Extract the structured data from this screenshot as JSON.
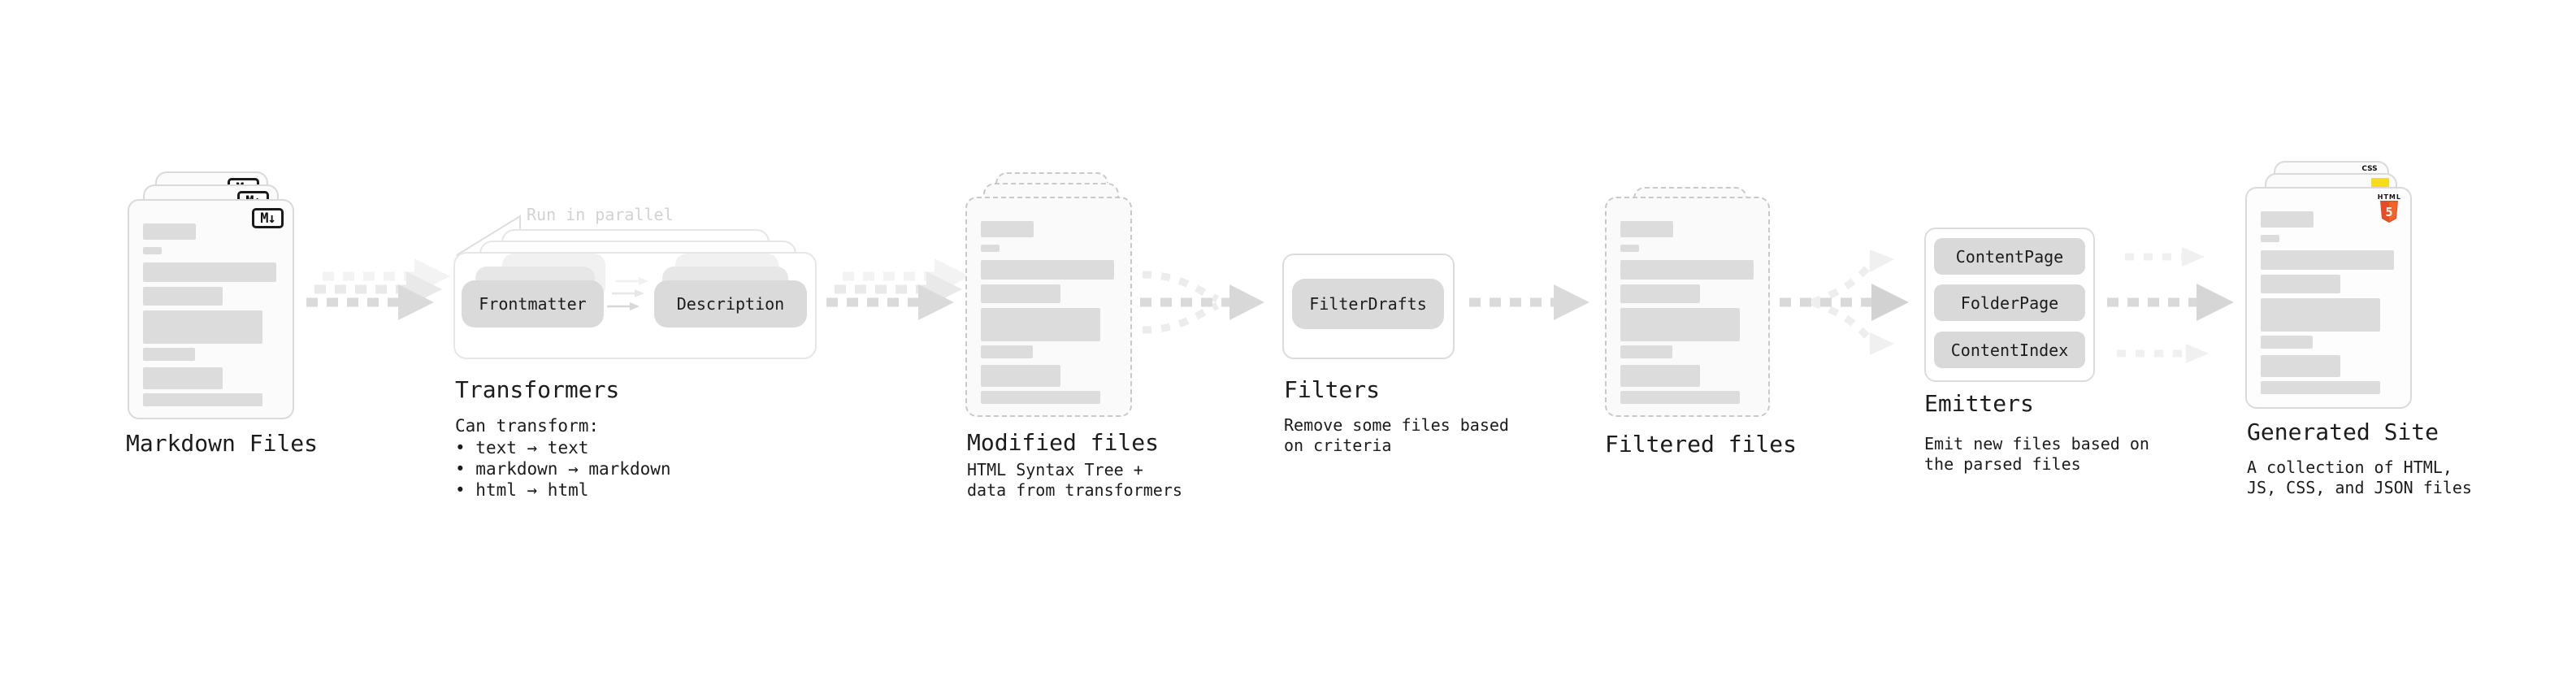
{
  "pipeline": {
    "markdown_files": {
      "label": "Markdown Files",
      "icon_label": "M↓"
    },
    "transformers": {
      "label": "Transformers",
      "annotation": "Run in parallel",
      "buttons": [
        "Frontmatter",
        "Description"
      ],
      "note_title": "Can transform:",
      "note_items": [
        "text → text",
        "markdown → markdown",
        "html → html"
      ]
    },
    "modified_files": {
      "label": "Modified files",
      "note_lines": [
        "HTML Syntax Tree +",
        "data from transformers"
      ]
    },
    "filters": {
      "label": "Filters",
      "buttons": [
        "FilterDrafts"
      ],
      "note_lines": [
        "Remove some files based",
        "on criteria"
      ]
    },
    "filtered_files": {
      "label": "Filtered files"
    },
    "emitters": {
      "label": "Emitters",
      "buttons": [
        "ContentPage",
        "FolderPage",
        "ContentIndex"
      ],
      "note_lines": [
        "Emit new files based on",
        "the parsed files"
      ]
    },
    "generated_site": {
      "label": "Generated Site",
      "note_lines": [
        "A collection of HTML,",
        "JS, CSS, and JSON files"
      ],
      "badges": {
        "html_label": "HTML",
        "html_number": "5",
        "css_label": "CSS"
      }
    }
  },
  "colors": {
    "html5_orange": "#e44d26",
    "html5_orange_light": "#f16529",
    "js_yellow": "#f5de19",
    "css_blue": "#2962f1",
    "chip_gray": "#dadada",
    "arrow_gray": "#dadada",
    "text_dark": "#1c1c1c"
  }
}
